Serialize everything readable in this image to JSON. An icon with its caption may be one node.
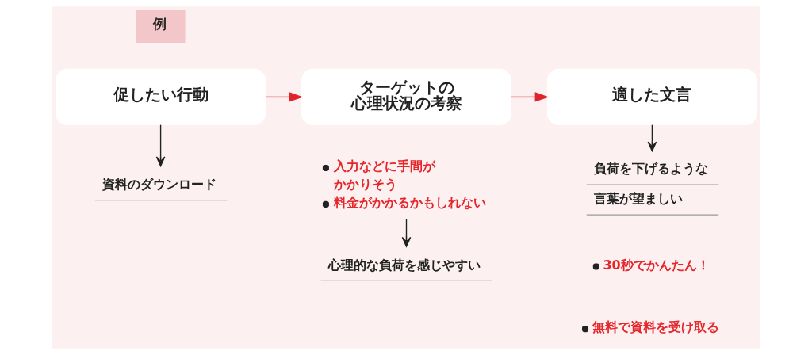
{
  "diagram": {
    "nodes": [
      {
        "text": [
          "促したい行動"
        ]
      },
      {
        "text": [
          "ターゲットの心理状況の考察"
        ]
      },
      {
        "text": [
          "適した文言"
        ]
      },
      {
        "text": [
          "資料のダウンロード"
        ]
      },
      {
        "text": [
          "入力などに手間がかかりそう",
          "料金がかかるかもしれない"
        ]
      },
      {
        "text": [
          "心理的な負荷を感じやすい"
        ]
      },
      {
        "text": [
          "負荷を下げるような言葉が望ましい"
        ]
      }
    ],
    "edges": [
      {
        "from": 0,
        "to": 1,
        "arrow": "to",
        "color": "#e0242a"
      },
      {
        "from": 1,
        "to": 2,
        "arrow": "to",
        "color": "#e0242a"
      },
      {
        "from": 0,
        "to": 3,
        "arrow": "to"
      },
      {
        "from": 4,
        "to": 5,
        "arrow": "to"
      },
      {
        "from": 2,
        "to": 6,
        "arrow": "to"
      }
    ],
    "labels": [
      "例",
      "30秒でかんたん！",
      "無料で資料を受け取る"
    ]
  }
}
